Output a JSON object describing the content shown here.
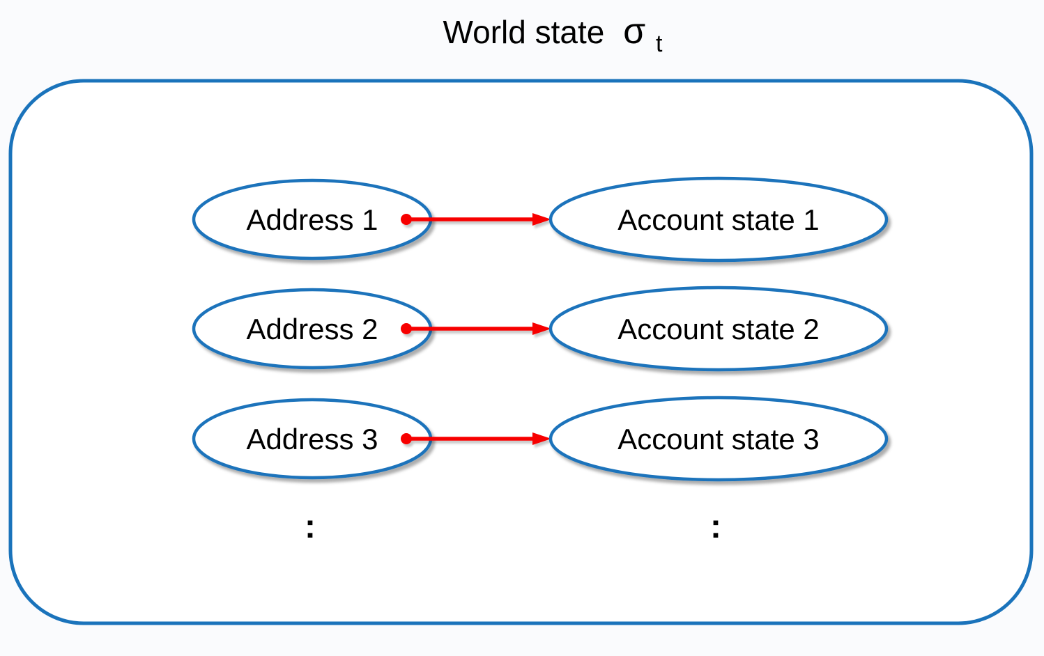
{
  "title": {
    "prefix": "World state",
    "sigma": "σ",
    "subscript": "t"
  },
  "colors": {
    "blue": "#1a73bb",
    "red": "#f70400",
    "text": "#000000",
    "canvas": "#fafbfd",
    "node_fill": "#ffffff"
  },
  "rows": [
    {
      "address": "Address 1",
      "account": "Account state 1"
    },
    {
      "address": "Address 2",
      "account": "Account state 2"
    },
    {
      "address": "Address 3",
      "account": "Account state 3"
    }
  ],
  "ellipsis": {
    "left": ":",
    "right": ":"
  }
}
